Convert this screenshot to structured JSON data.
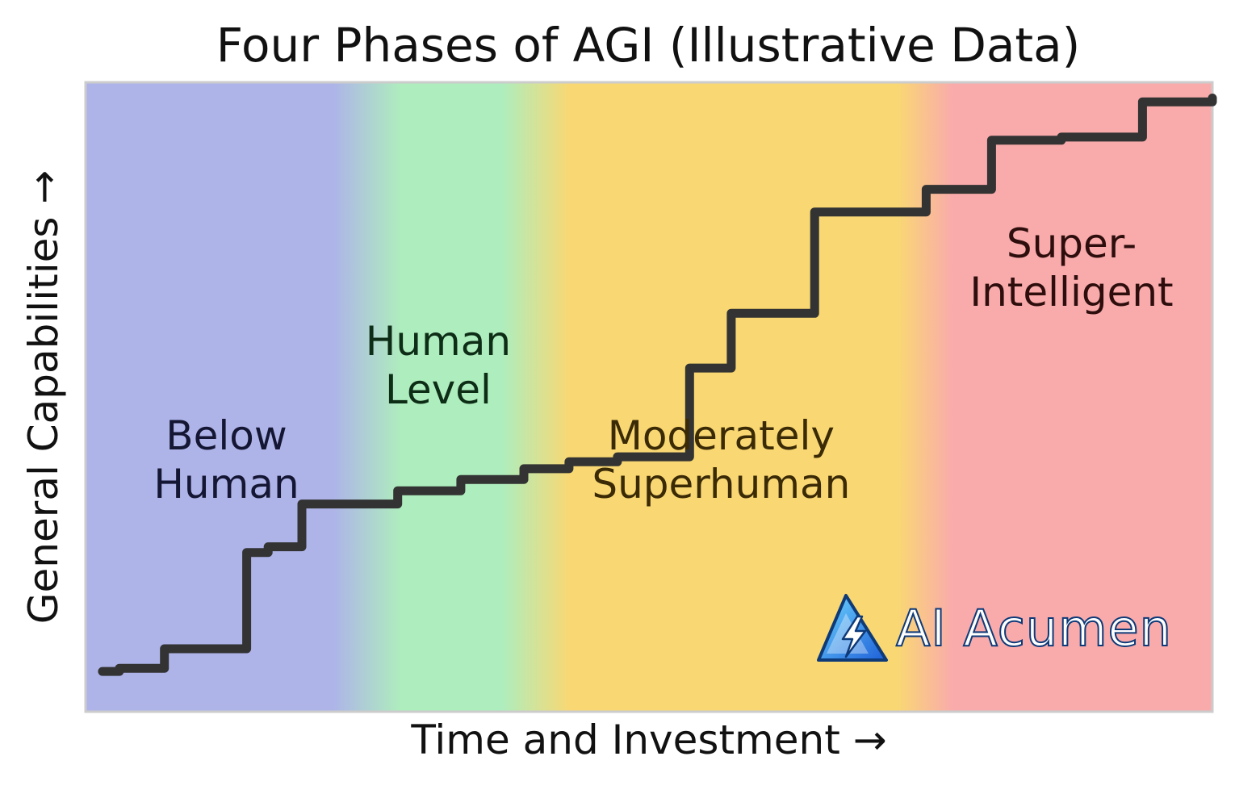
{
  "chart_data": {
    "type": "line",
    "title": "Four Phases of AGI (Illustrative Data)",
    "xlabel": "Time and Investment  →",
    "ylabel": "General Capabilities  →",
    "xlim": [
      0,
      100
    ],
    "ylim": [
      0,
      100
    ],
    "grid": false,
    "legend": "none",
    "step": true,
    "line_color": "#333333",
    "x": [
      1.5,
      3.0,
      7.0,
      14.3,
      16.2,
      19.2,
      27.7,
      33.3,
      38.9,
      42.9,
      47.2,
      53.6,
      57.3,
      64.7,
      74.6,
      80.4,
      86.6,
      93.8,
      100
    ],
    "y": [
      6.4,
      6.9,
      10.0,
      25.3,
      26.2,
      33.0,
      35.1,
      36.9,
      38.6,
      39.7,
      40.5,
      54.6,
      63.3,
      79.4,
      83.0,
      90.8,
      91.3,
      96.9,
      97.5
    ],
    "phases": [
      {
        "lines": [
          "Below",
          "Human"
        ],
        "x_start": 0,
        "x_end": 22,
        "label_x": 12.5,
        "label_y": 40,
        "color": "#aeb4e8",
        "text_color": "#141633"
      },
      {
        "lines": [
          "Human",
          "Level"
        ],
        "x_start": 28,
        "x_end": 37,
        "label_x": 31.3,
        "label_y": 55,
        "color": "#aeedbd",
        "text_color": "#0d2d16"
      },
      {
        "lines": [
          "Moderately",
          "Superhuman"
        ],
        "x_start": 43,
        "x_end": 72,
        "label_x": 56.4,
        "label_y": 40,
        "color": "#f9d873",
        "text_color": "#3b2a06"
      },
      {
        "lines": [
          "Super-",
          "Intelligent"
        ],
        "x_start": 77,
        "x_end": 100,
        "label_x": 87.5,
        "label_y": 70.5,
        "color": "#f9abab",
        "text_color": "#2e0d0d"
      }
    ]
  },
  "watermark": {
    "text": "AI Acumen",
    "icon": "lightning-triangle-icon",
    "colors": [
      "#1e90ff",
      "#0e3a78"
    ]
  }
}
